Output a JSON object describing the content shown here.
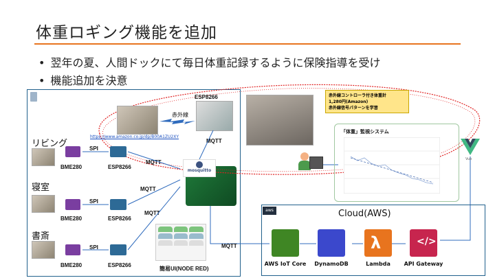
{
  "slide": {
    "title": "体重ロギング機能を追加",
    "bullets": [
      "翌年の夏、人間ドックにて毎日体重記録するように保険指導を受け",
      "機能追加を決意"
    ]
  },
  "rooms": [
    "リビング",
    "寝室",
    "書斎"
  ],
  "labels": {
    "spi": "SPI",
    "mqtt": "MQTT",
    "bme": "BME280",
    "esp": "ESP8266",
    "infrared": "赤外線",
    "url": "https://www.amazon.co.jp/dp/B00A1ZU2XY",
    "mosquitto": "mosquitto",
    "node_red": "簡易UI(NODE RED)",
    "cloud": "Cloud(AWS)",
    "aws": "aws",
    "monitor_title": "「体重」監視システム",
    "note_lines": [
      "赤外線コントローラ付き体重計",
      "1,280円(Amazon)",
      "赤外線信号パターンを学習"
    ],
    "vue": "Vue"
  },
  "services": [
    {
      "name": "AWS IoT Core",
      "color": "#3f8624"
    },
    {
      "name": "DynamoDB",
      "color": "#3b48cc"
    },
    {
      "name": "Lambda",
      "color": "#e8741e"
    },
    {
      "name": "API Gateway",
      "color": "#c7254e"
    }
  ]
}
